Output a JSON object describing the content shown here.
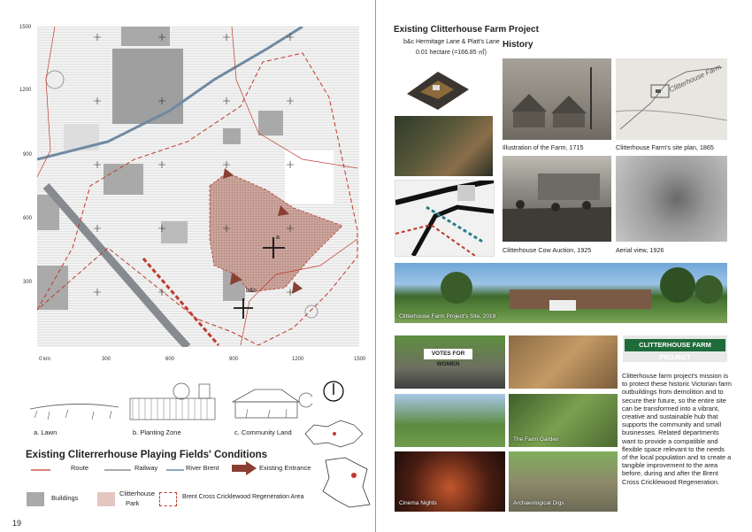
{
  "left": {
    "y_ticks": [
      "1500",
      "1200",
      "900",
      "600",
      "300"
    ],
    "x_ticks": [
      "0 km",
      "300",
      "600",
      "900",
      "1200",
      "1500"
    ],
    "map_labels": {
      "a": "a",
      "bc": "b&c"
    },
    "sketches": [
      {
        "label": "a.  Lawn"
      },
      {
        "label": "b.  Planting Zone"
      },
      {
        "label": "c.  Community Land"
      }
    ],
    "title": "Existing Cliterrerhouse Playing Fields' Conditions",
    "legend": {
      "route": "Route",
      "railway": "Railway",
      "river": "River Brent",
      "entrance": "Existing Entrance",
      "buildings": "Buildings",
      "park_line1": "Clitterhouse",
      "park_line2": "Park",
      "regen": "Brent Cross Cricklewood Regeneration Area"
    },
    "page_number": "19"
  },
  "right": {
    "title": "Existing Clitterhouse Farm Project",
    "site_line1": "b&c Hermitage Lane & Platt's Lane",
    "site_line2": "0.01 hectare (=166.85 ㎡)",
    "history_heading": "History",
    "captions": {
      "h1": "Illustration of the Farm, 1715",
      "h2": "Clitterhouse Farm's site plan, 1865",
      "h3": "Clitterhouse Cow Auction, 1925",
      "h4": "Aerial view,  1926",
      "site": "Clitterhouse Farm Project's Site, 2019",
      "garden": "The Farm Garden",
      "cinema": "Cinema Nights",
      "dig": "Archaeological Digs"
    },
    "sign_text": "CLITTERHOUSE FARM PROJECT",
    "votes_text": "VOTES FOR WOMEN",
    "farm_handwriting": "Clitterhouse Farm",
    "body_text": "Clitterhouse farm project's mission is to protect these historic Victorian farm outbuildings from demolition and to secure their future, so the entire site can be transformed into a vibrant, creative and sustainable hub that supports the community and small businesses. Related departments want to provide a compatible and flexible space relevant to the needs of the local population and to create a tangible improvement to the area before, during and after the Brent Cross Cricklewood Regeneration."
  },
  "colors": {
    "route": "#c0392b",
    "railway": "#8a8f96",
    "river": "#6f8aa3",
    "entrance": "#8b3f33",
    "park": "#c9a39a",
    "buildings": "#a9a9a9"
  }
}
